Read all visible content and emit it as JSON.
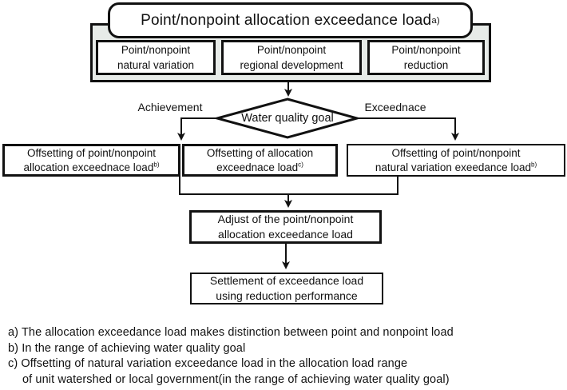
{
  "diagram": {
    "title": {
      "text": "Point/nonpoint allocation exceedance load",
      "sup": "a)"
    },
    "sources": [
      {
        "line1": "Point/nonpoint",
        "line2": "natural variation"
      },
      {
        "line1": "Point/nonpoint",
        "line2": "regional development"
      },
      {
        "line1": "Point/nonpoint",
        "line2": "reduction"
      }
    ],
    "decision": {
      "label": "Water quality goal",
      "left_branch": "Achievement",
      "right_branch": "Exceednace"
    },
    "offset_boxes": {
      "left": {
        "line1": "Offsetting of point/nonpoint",
        "line2": "allocation exceednace load",
        "sup": "b)"
      },
      "middle": {
        "line1": "Offsetting of allocation",
        "line2": "exceednace load",
        "sup": "c)"
      },
      "right": {
        "line1": "Offsetting of point/nonpoint",
        "line2": "natural variation exeedance load",
        "sup": "b)"
      }
    },
    "adjust_box": {
      "line1": "Adjust of the point/nonpoint",
      "line2": "allocation exceedance load"
    },
    "settlement_box": {
      "line1": "Settlement of exceedance load",
      "line2": "using reduction performance"
    },
    "footnotes": [
      "a) The allocation exceedance load makes distinction between point and nonpoint load",
      "b) In the range of achieving water quality goal",
      "c) Offsetting of natural variation exceedance load in the allocation load range",
      "of unit watershed or local government(in the range of achieving water quality goal)"
    ],
    "colors": {
      "panel_fill": "#e7ebe8",
      "border": "#111111",
      "background": "#ffffff"
    }
  }
}
